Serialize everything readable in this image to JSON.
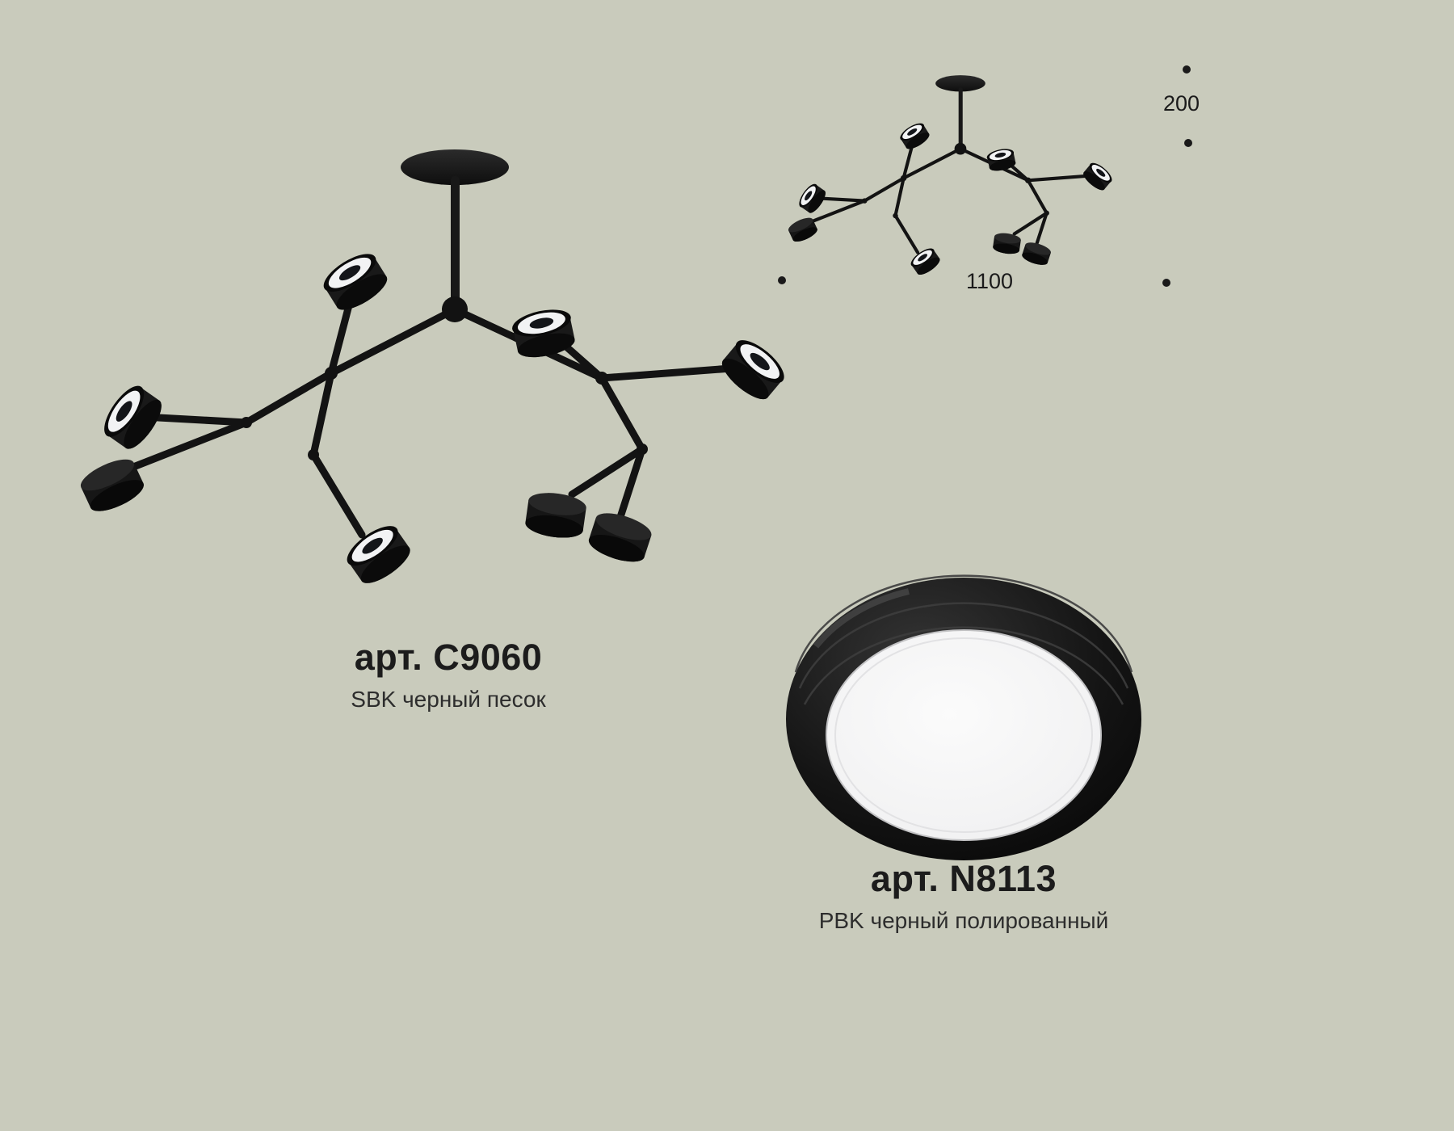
{
  "palette": {
    "background": "#c9cbbc",
    "fixture_black": "#151515",
    "diffuser_white": "#f4f4f5",
    "text_dark": "#1c1c1c"
  },
  "main_product": {
    "art": "арт. C9060",
    "finish": "SBK черный песок"
  },
  "component_product": {
    "art": "арт. N8113",
    "finish": "PBK черный полированный"
  },
  "dimensions": {
    "height": "200",
    "width": "1100"
  }
}
